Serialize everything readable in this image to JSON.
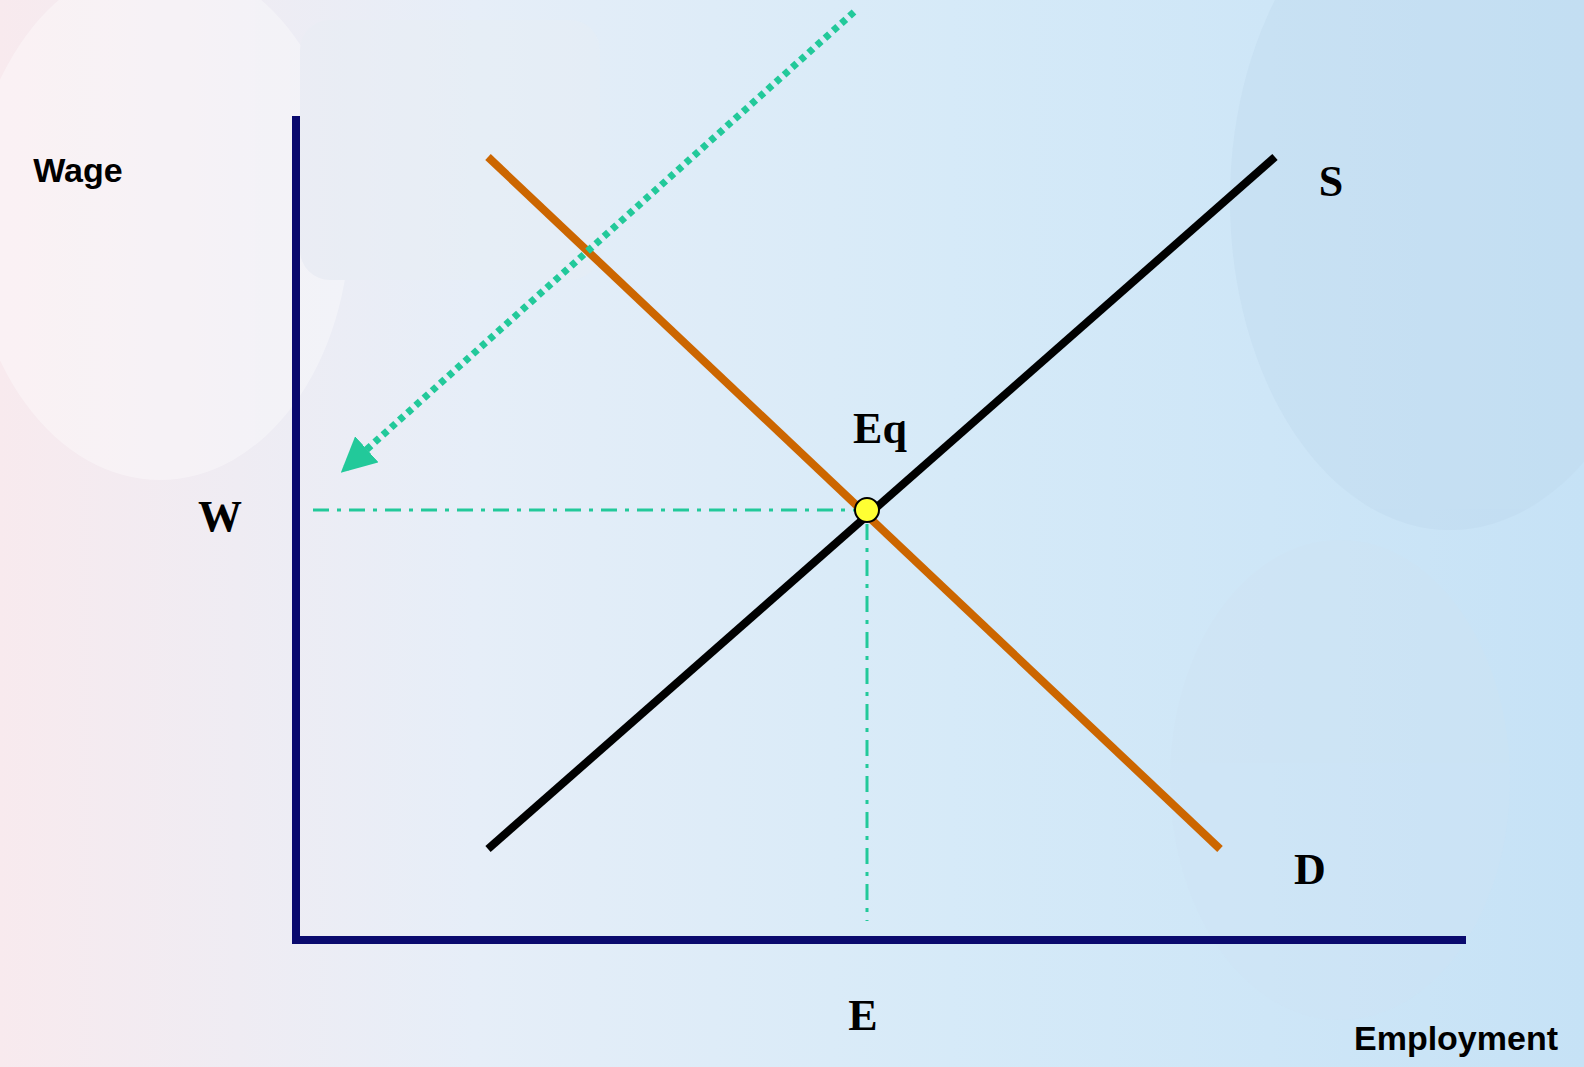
{
  "diagram": {
    "labels": [
      "Wage",
      "W",
      "Eq",
      "S",
      "D",
      "E",
      "Employment"
    ]
  }
}
